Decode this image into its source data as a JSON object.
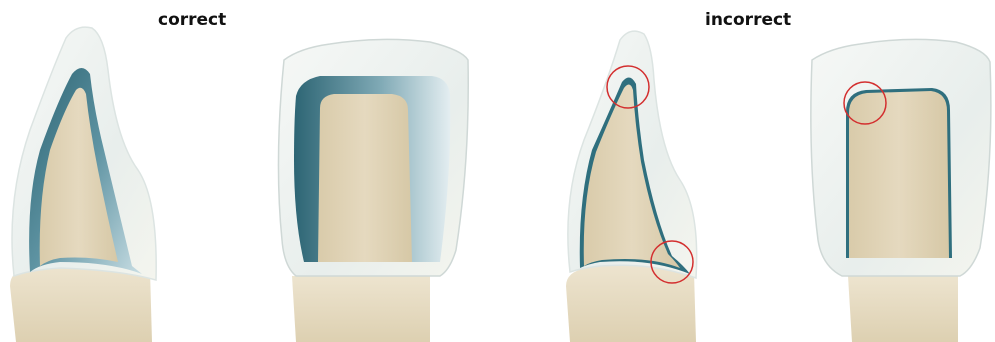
{
  "labels": {
    "correct": "correct",
    "incorrect": "incorrect"
  },
  "colors": {
    "root": "#E7DDC5",
    "core": "#DCCFB0",
    "veneer": "#EEF2F1",
    "framework": "#2F6F7E",
    "marker": "#D32F2F"
  },
  "teeth": [
    {
      "group": "correct",
      "view": "side",
      "framework": "thick"
    },
    {
      "group": "correct",
      "view": "front",
      "framework": "thick"
    },
    {
      "group": "incorrect",
      "view": "side",
      "framework": "thin",
      "markers": 2
    },
    {
      "group": "incorrect",
      "view": "front",
      "framework": "thin",
      "markers": 1
    }
  ]
}
